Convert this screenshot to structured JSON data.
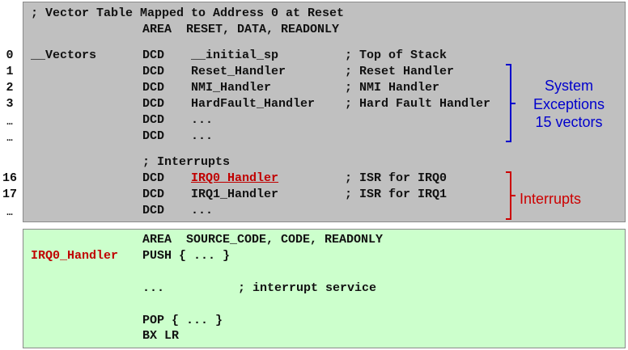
{
  "line_numbers": {
    "n0": "0",
    "n1": "1",
    "n2": "2",
    "n3": "3",
    "d1": "…",
    "d2": "…",
    "n16": "16",
    "n17": "17",
    "d3": "…"
  },
  "vector_table": {
    "comment": "; Vector Table Mapped to Address 0 at Reset",
    "area": "AREA  RESET, DATA, READONLY",
    "label": "__Vectors",
    "entries": [
      {
        "op": "DCD",
        "operand": "__initial_sp",
        "comment": "; Top of Stack"
      },
      {
        "op": "DCD",
        "operand": "Reset_Handler",
        "comment": "; Reset Handler"
      },
      {
        "op": "DCD",
        "operand": "NMI_Handler",
        "comment": "; NMI Handler"
      },
      {
        "op": "DCD",
        "operand": "HardFault_Handler",
        "comment": "; Hard Fault Handler"
      },
      {
        "op": "DCD",
        "operand": "...",
        "comment": ""
      },
      {
        "op": "DCD",
        "operand": "...",
        "comment": ""
      }
    ],
    "interrupts_comment": "; Interrupts",
    "irq_entries": [
      {
        "op": "DCD",
        "operand": "IRQ0_Handler",
        "comment": "; ISR for IRQ0"
      },
      {
        "op": "DCD",
        "operand": "IRQ1_Handler",
        "comment": "; ISR for IRQ1"
      },
      {
        "op": "DCD",
        "operand": "...",
        "comment": ""
      }
    ]
  },
  "annotations": {
    "system_exceptions": [
      "System",
      "Exceptions",
      "15 vectors"
    ],
    "interrupts": "Interrupts",
    "colors": {
      "system": "#0000cc",
      "interrupts": "#cc0000"
    }
  },
  "handler": {
    "area": "AREA  SOURCE_CODE, CODE, READONLY",
    "label": "IRQ0_Handler",
    "push": "PUSH { ... }",
    "service_dots": "...",
    "service_comment": "; interrupt service",
    "pop": "POP { ... }",
    "bx": "BX LR"
  },
  "colors": {
    "vector_panel_bg": "#c0c0c0",
    "handler_panel_bg": "#ccffcc",
    "highlight": "#c00000"
  }
}
